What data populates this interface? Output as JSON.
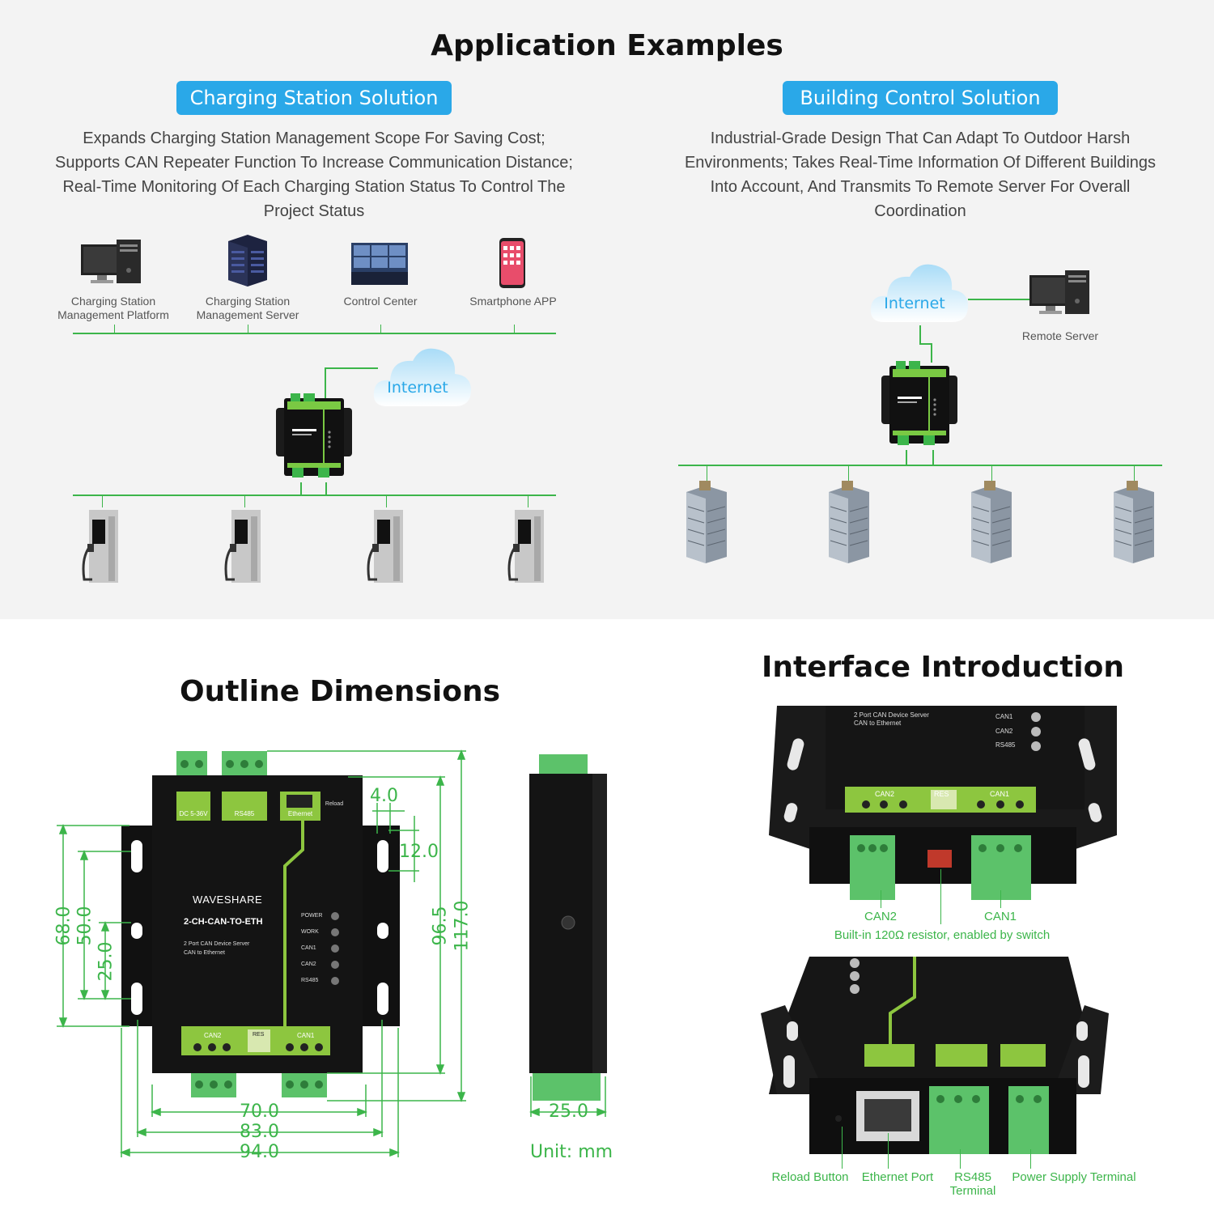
{
  "app_examples": {
    "title": "Application Examples",
    "charging": {
      "tag": "Charging Station Solution",
      "desc": [
        "Expands Charging Station Management Scope For Saving Cost;",
        "Supports CAN Repeater Function To Increase Communication Distance;",
        "Real-Time Monitoring Of Each Charging Station Status To Control The",
        "Project Status"
      ],
      "nodes": [
        {
          "line1": "Charging Station",
          "line2": "Management Platform"
        },
        {
          "line1": "Charging Station",
          "line2": "Management Server"
        },
        {
          "line1": "Control Center",
          "line2": ""
        },
        {
          "line1": "Smartphone APP",
          "line2": ""
        }
      ],
      "cloud": "Internet"
    },
    "building": {
      "tag": "Building Control Solution",
      "desc": [
        "Industrial-Grade Design That Can Adapt To Outdoor Harsh",
        "Environments; Takes Real-Time Information Of Different Buildings",
        "Into Account, And Transmits To Remote Server For Overall",
        "Coordination"
      ],
      "cloud": "Internet",
      "server": "Remote Server"
    }
  },
  "outline": {
    "title": "Outline Dimensions",
    "device": {
      "brand": "WAVESHARE",
      "model": "2-CH-CAN-TO-ETH",
      "sub1": "2 Port CAN Device Server",
      "sub2": "CAN to Ethernet",
      "leds": [
        "POWER",
        "WORK",
        "CAN1",
        "CAN2",
        "RS485"
      ],
      "top_labels": [
        "DC 5-36V",
        "RS485",
        "Ethernet",
        "Reload"
      ],
      "bottom_labels": [
        "CAN2",
        "RES",
        "CAN1"
      ]
    },
    "dims": {
      "w70": "70.0",
      "w83": "83.0",
      "w94": "94.0",
      "h68": "68.0",
      "h50": "50.0",
      "h25": "25.0",
      "h96": "96.5",
      "h117": "117.0",
      "d4": "4.0",
      "d12": "12.0",
      "side": "25.0"
    },
    "unit": "Unit: mm"
  },
  "interface": {
    "title": "Interface Introduction",
    "top_captions": [
      "CAN2",
      "CAN1"
    ],
    "resistor_note": "Built-in 120Ω resistor, enabled by switch",
    "bottom_captions": {
      "reload": "Reload Button",
      "ethernet": "Ethernet Port",
      "rs485_1": "RS485",
      "rs485_2": "Terminal",
      "power": "Power Supply Terminal"
    }
  }
}
